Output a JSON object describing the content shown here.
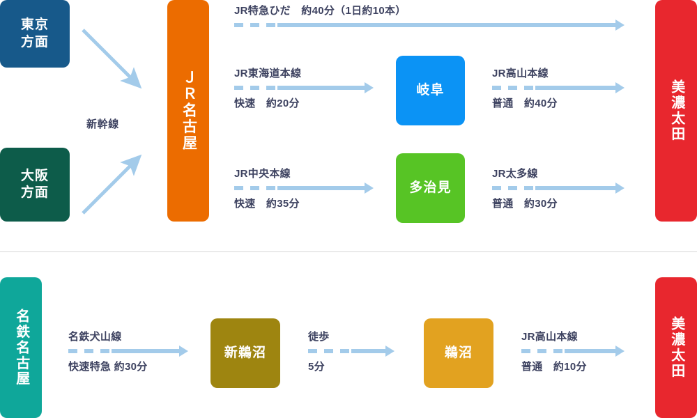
{
  "colors": {
    "tokyo": "#17598a",
    "osaka": "#0d5c4a",
    "jr_nagoya": "#ec6c00",
    "gifu": "#0b93f5",
    "tajimi": "#57c425",
    "mino_ota": "#e8272e",
    "meitetsu_nagoya": "#0fa79a",
    "shin_unuma": "#9e8510",
    "unuma": "#e2a220",
    "arrow": "#a3cbea",
    "label_text": "#3d4260",
    "divider": "#d6d6d6",
    "background": "#ffffff"
  },
  "sections": {
    "jr": {
      "origins": [
        {
          "name": "tokyo",
          "label": "東京\n方面"
        },
        {
          "name": "osaka",
          "label": "大阪\n方面"
        }
      ],
      "shinkansen_label": "新幹線",
      "hub": {
        "name": "jr-nagoya",
        "label": "ＪＲ名古屋"
      },
      "destination": {
        "name": "mino-ota",
        "label": "美濃太田"
      },
      "routes": [
        {
          "id": "hida",
          "line_label": "JR特急ひだ　約40分（1日約10本）",
          "service_label": "",
          "via": null
        },
        {
          "id": "tokaido-takayama",
          "leg1_line": "JR東海道本線",
          "leg1_service": "快速　約20分",
          "via": {
            "name": "gifu",
            "label": "岐阜"
          },
          "leg2_line": "JR高山本線",
          "leg2_service": "普通　約40分"
        },
        {
          "id": "chuo-taita",
          "leg1_line": "JR中央本線",
          "leg1_service": "快速　約35分",
          "via": {
            "name": "tajimi",
            "label": "多治見"
          },
          "leg2_line": "JR太多線",
          "leg2_service": "普通　約30分"
        }
      ]
    },
    "meitetsu": {
      "origin": {
        "name": "meitetsu-nagoya",
        "label": "名鉄名古屋"
      },
      "destination": {
        "name": "mino-ota",
        "label": "美濃太田"
      },
      "legs": [
        {
          "line": "名鉄犬山線",
          "service": "快速特急 約30分",
          "next": {
            "name": "shin-unuma",
            "label": "新鵜沼"
          }
        },
        {
          "line": "徒歩",
          "service": "5分",
          "next": {
            "name": "unuma",
            "label": "鵜沼"
          }
        },
        {
          "line": "JR高山本線",
          "service": "普通　約10分",
          "next": null
        }
      ]
    }
  }
}
